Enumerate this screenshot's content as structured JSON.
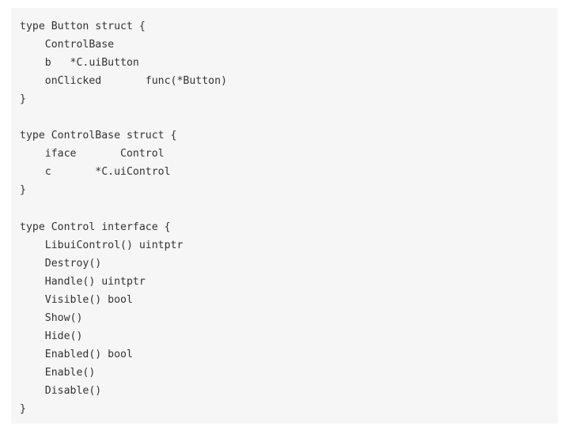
{
  "code": {
    "lines": [
      "type Button struct {",
      "    ControlBase",
      "    b   *C.uiButton",
      "    onClicked       func(*Button)",
      "}",
      "",
      "type ControlBase struct {",
      "    iface       Control",
      "    c       *C.uiControl",
      "}",
      "",
      "type Control interface {",
      "    LibuiControl() uintptr",
      "    Destroy()",
      "    Handle() uintptr",
      "    Visible() bool",
      "    Show()",
      "    Hide()",
      "    Enabled() bool",
      "    Enable()",
      "    Disable()",
      "}"
    ]
  }
}
